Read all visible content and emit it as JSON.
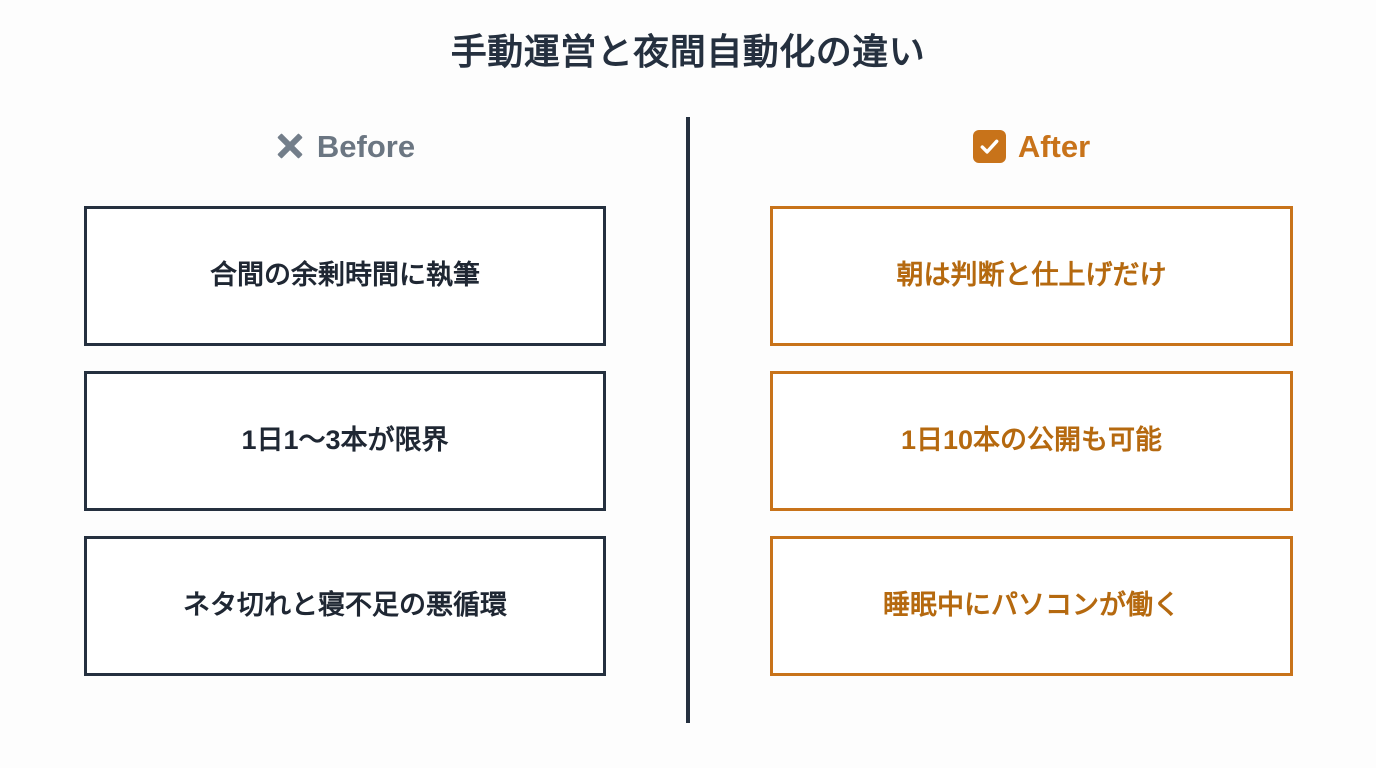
{
  "slide": {
    "title": "手動運営と夜間自動化の違い",
    "background_color": "#fdfdfd",
    "divider_color": "#25303f"
  },
  "before": {
    "icon": "x-icon",
    "label": "Before",
    "label_color": "#6b7682",
    "border_color": "#25303f",
    "text_color": "#1f2733",
    "items": [
      {
        "text": "合間の余剰時間に執筆"
      },
      {
        "text": "1日1〜3本が限界"
      },
      {
        "text": "ネタ切れと寝不足の悪循環"
      }
    ]
  },
  "after": {
    "icon": "check-box-icon",
    "label": "After",
    "label_color": "#c8731a",
    "border_color": "#c8731a",
    "text_color": "#b5690f",
    "items": [
      {
        "text": "朝は判断と仕上げだけ"
      },
      {
        "text": "1日10本の公開も可能"
      },
      {
        "text": "睡眠中にパソコンが働く"
      }
    ]
  }
}
